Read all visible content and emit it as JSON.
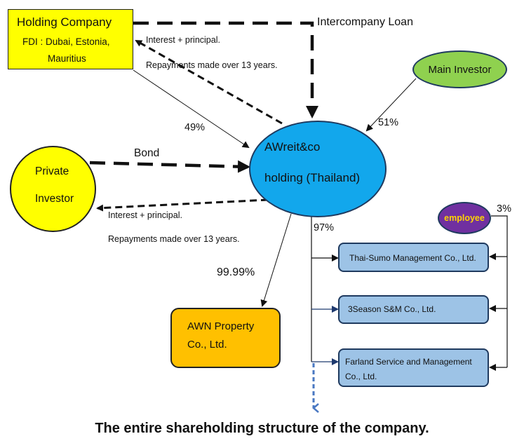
{
  "diagram": {
    "caption": "The entire shareholding structure of the company.",
    "nodes": {
      "holding_company": {
        "title": "Holding Company",
        "subtitle_line1": "FDI : Dubai, Estonia,",
        "subtitle_line2": "Mauritius",
        "color": "#ffff00"
      },
      "main_investor": {
        "label": "Main Investor",
        "color": "#8fd14f"
      },
      "awreit": {
        "line1": "AWreit&co",
        "line2": "holding (Thailand)",
        "color": "#12a7ec"
      },
      "private_investor": {
        "line1": "Private",
        "line2": "Investor",
        "color": "#ffff00"
      },
      "employee": {
        "label": "employee",
        "color": "#7030a0",
        "text_color": "#ffd500"
      },
      "thai_sumo": {
        "label": "Thai-Sumo Management Co., Ltd.",
        "color": "#9dc3e6"
      },
      "three_season": {
        "label": "3Season S&M Co., Ltd.",
        "color": "#9dc3e6"
      },
      "farland": {
        "line1": "Farland Service and Management",
        "line2": "Co., Ltd.",
        "color": "#9dc3e6"
      },
      "awn_property": {
        "line1": "AWN Property",
        "line2": "Co., Ltd.",
        "color": "#ffc000"
      }
    },
    "edges": {
      "intercompany_loan": {
        "label": "Intercompany Loan",
        "from": "holding_company",
        "to": "awreit",
        "style": "dashed-bold"
      },
      "holding_repayment": {
        "label_line1": "Interest + principal.",
        "label_line2": "Repayments made over 13 years.",
        "from": "awreit",
        "to": "holding_company",
        "style": "dashed"
      },
      "holding_share": {
        "label": "49%",
        "from": "holding_company",
        "to": "awreit",
        "style": "solid-thin"
      },
      "main_share": {
        "label": "51%",
        "from": "main_investor",
        "to": "awreit",
        "style": "solid-thin"
      },
      "bond": {
        "label": "Bond",
        "from": "private_investor",
        "to": "awreit",
        "style": "dashed-bold"
      },
      "bond_repayment": {
        "label_line1": "Interest + principal.",
        "label_line2": "Repayments made over 13 years.",
        "from": "awreit",
        "to": "private_investor",
        "style": "dashed"
      },
      "awn_share": {
        "label": "99.99%",
        "from": "awreit",
        "to": "awn_property",
        "style": "solid-thin"
      },
      "subsidiary_share": {
        "label": "97%",
        "from": "awreit",
        "to": [
          "thai_sumo",
          "three_season",
          "farland"
        ],
        "style": "solid-thin"
      },
      "employee_share": {
        "label": "3%",
        "from": "employee",
        "to": [
          "thai_sumo",
          "three_season",
          "farland"
        ],
        "style": "solid-thin"
      },
      "continuation": {
        "style": "dashed-blue",
        "direction": "down"
      }
    }
  }
}
